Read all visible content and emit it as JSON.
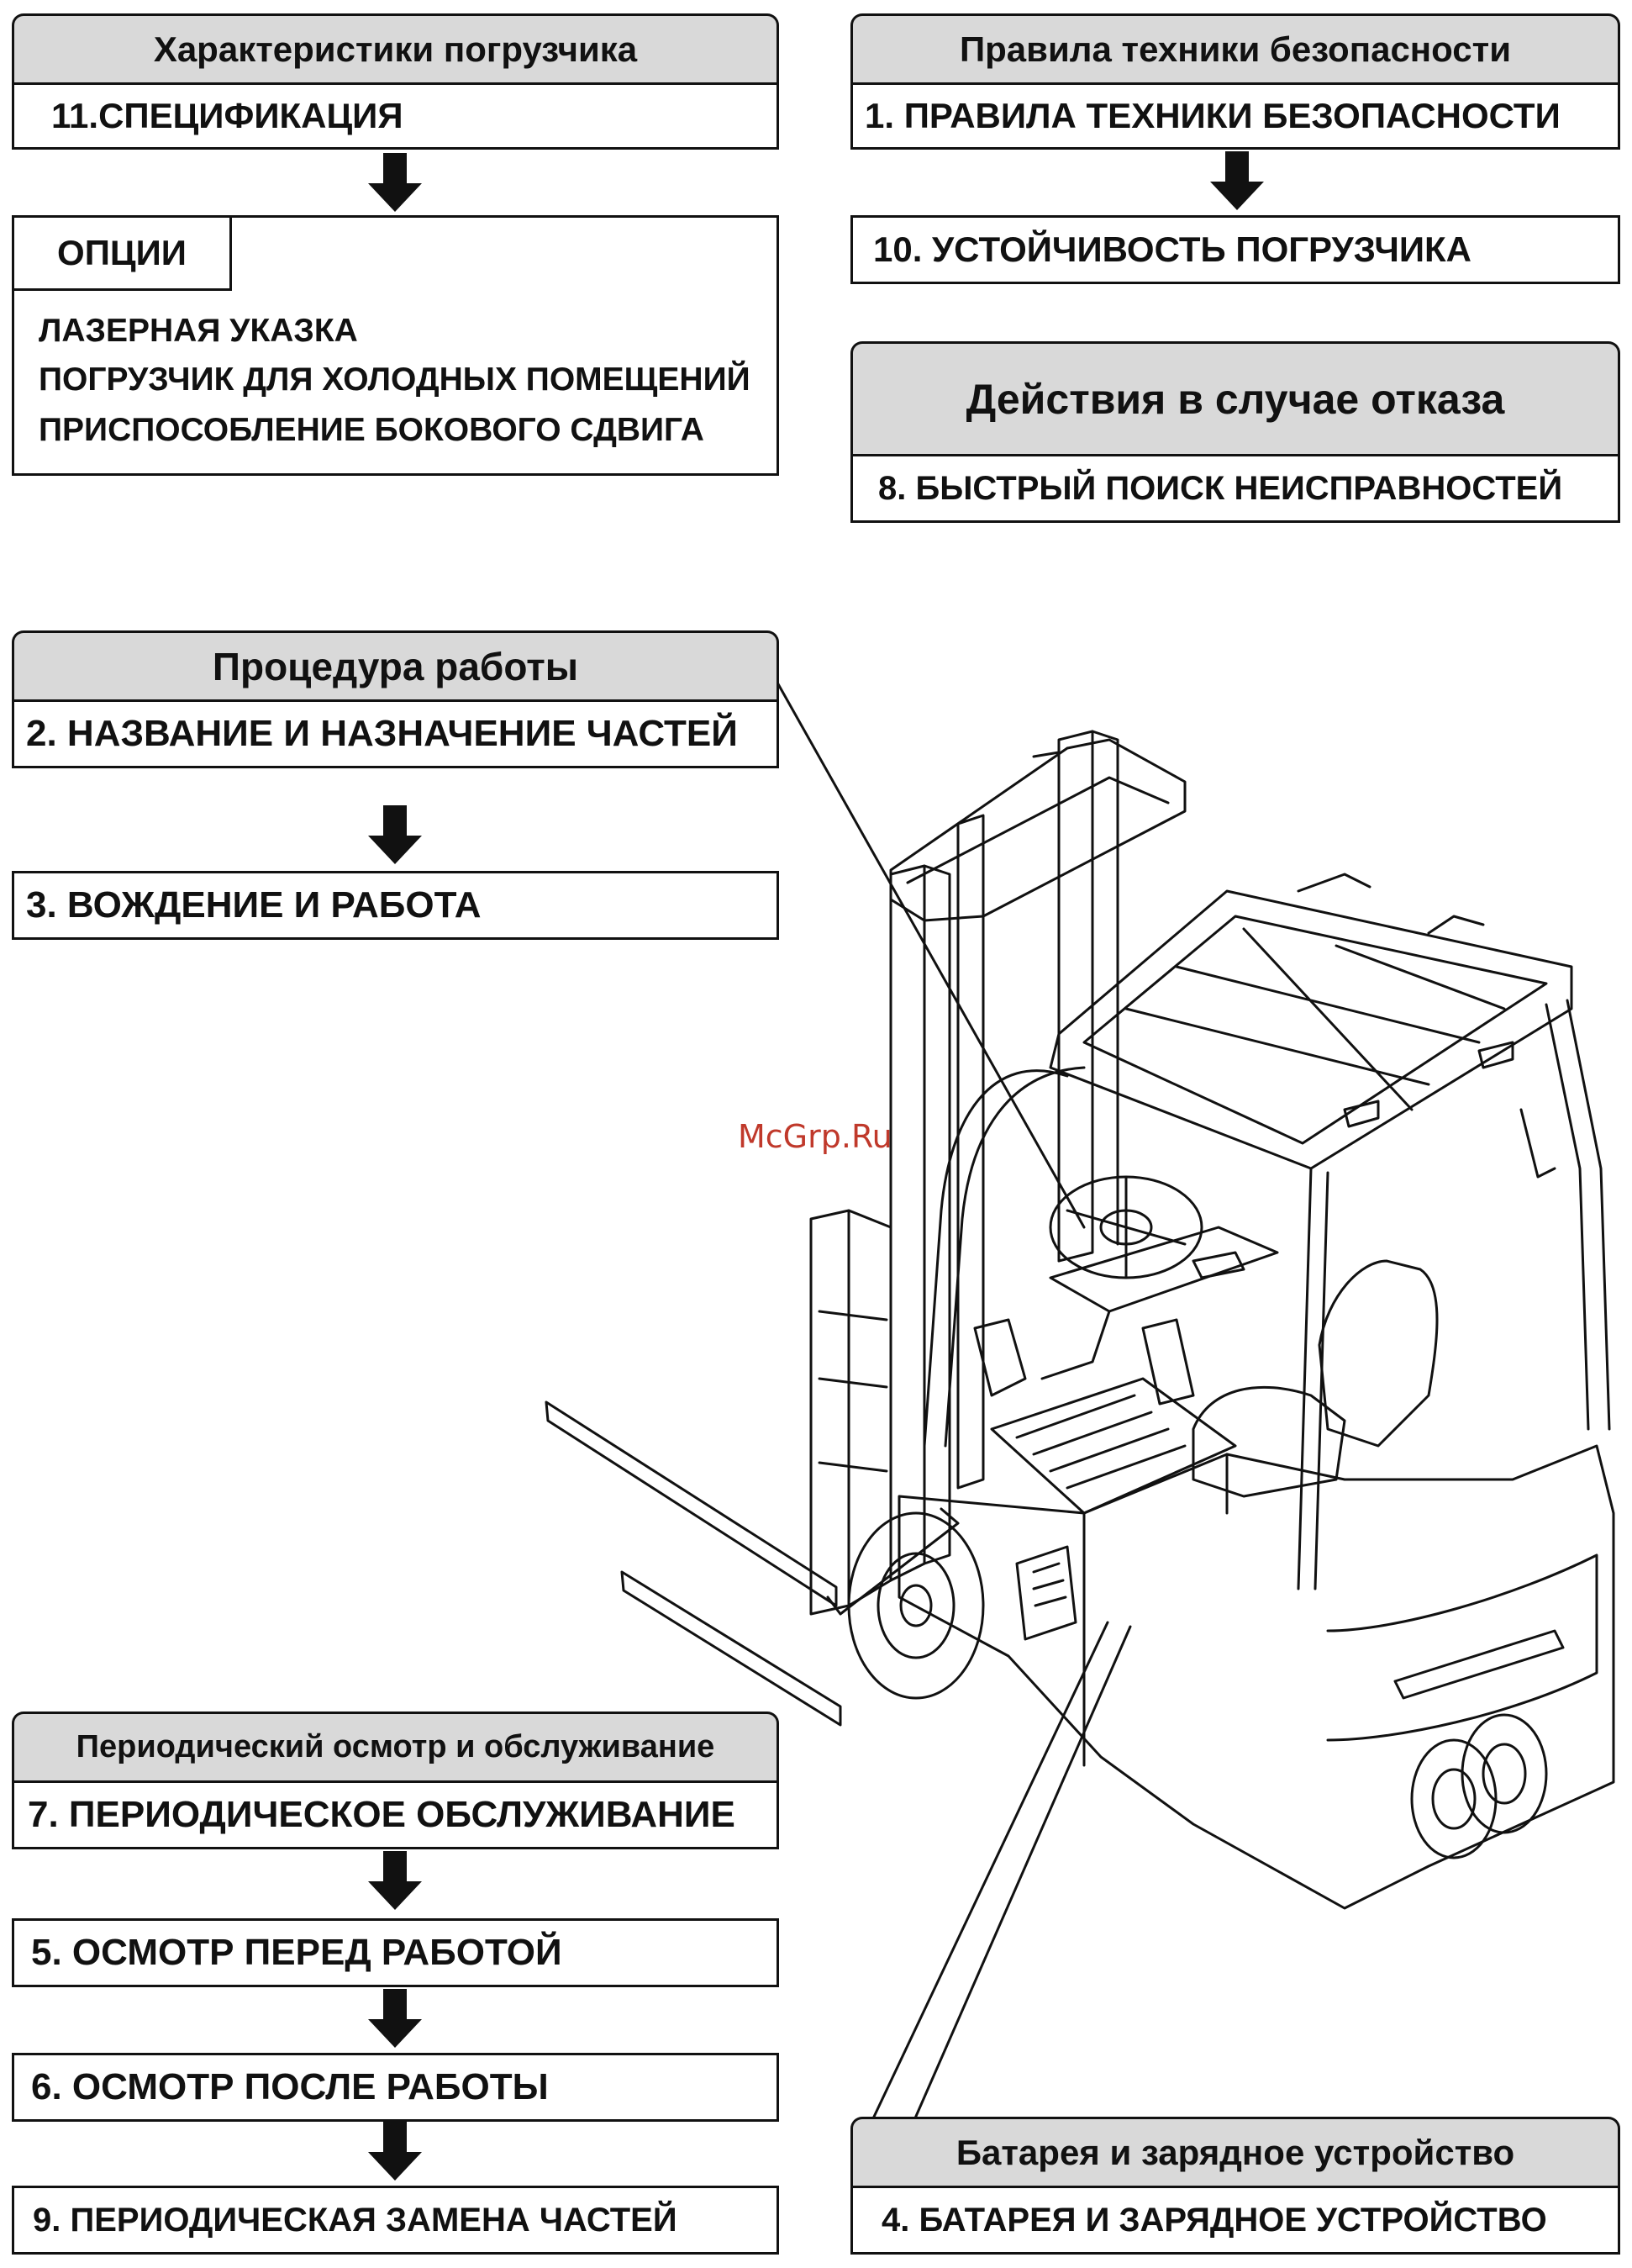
{
  "spec_section": {
    "header": "Характеристики погрузчика",
    "item": "11.СПЕЦИФИКАЦИЯ"
  },
  "options_section": {
    "title": "ОПЦИИ",
    "items": [
      "ЛАЗЕРНАЯ УКАЗКА",
      "ПОГРУЗЧИК ДЛЯ ХОЛОДНЫХ ПОМЕЩЕНИЙ",
      "ПРИСПОСОБЛЕНИЕ БОКОВОГО СДВИГА"
    ]
  },
  "safety_section": {
    "header": "Правила техники безопасности",
    "items": [
      "1. ПРАВИЛА ТЕХНИКИ БЕЗОПАСНОСТИ",
      "10. УСТОЙЧИВОСТЬ ПОГРУЗЧИКА"
    ]
  },
  "failure_section": {
    "header": "Действия в случае отказа",
    "item": "8. БЫСТРЫЙ ПОИСК НЕИСПРАВНОСТЕЙ"
  },
  "operation_section": {
    "header": "Процедура работы",
    "items": [
      "2. НАЗВАНИЕ И НАЗНАЧЕНИЕ ЧАСТЕЙ",
      "3. ВОЖДЕНИЕ И РАБОТА"
    ]
  },
  "maintenance_section": {
    "header": "Периодический осмотр и обслуживание",
    "items": [
      "7. ПЕРИОДИЧЕСКОЕ ОБСЛУЖИВАНИЕ",
      "5. ОСМОТР ПЕРЕД РАБОТОЙ",
      "6. ОСМОТР ПОСЛЕ РАБОТЫ",
      "9. ПЕРИОДИЧЕСКАЯ ЗАМЕНА ЧАСТЕЙ"
    ]
  },
  "battery_section": {
    "header": "Батарея и зарядное устройство",
    "item": "4. БАТАРЕЯ И ЗАРЯДНОЕ УСТРОЙСТВО"
  },
  "watermark": "McGrp.Ru"
}
